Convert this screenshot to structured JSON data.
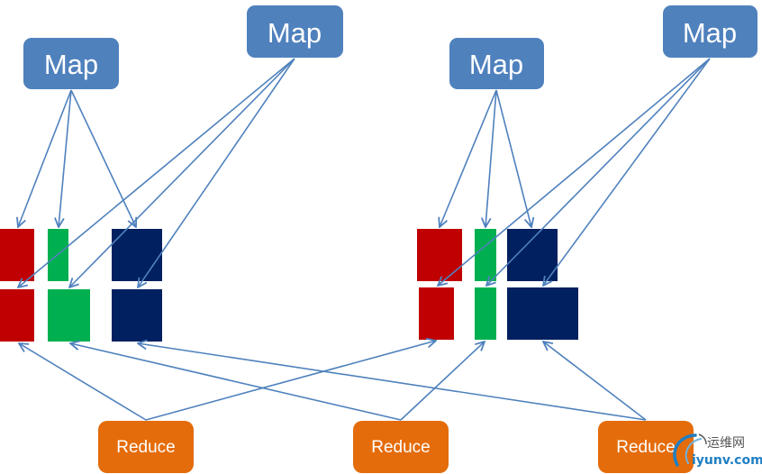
{
  "colors": {
    "map_fill": "#4f81bd",
    "reduce_fill": "#e46c0a",
    "arrow": "#4f81bd",
    "partition_red": "#c00000",
    "partition_green": "#00b050",
    "partition_navy": "#002060",
    "watermark_blue": "#1f7fc4"
  },
  "map_nodes": [
    {
      "id": "map-1",
      "label": "Map"
    },
    {
      "id": "map-2",
      "label": "Map"
    },
    {
      "id": "map-3",
      "label": "Map"
    },
    {
      "id": "map-4",
      "label": "Map"
    }
  ],
  "reduce_nodes": [
    {
      "id": "reduce-1",
      "label": "Reduce"
    },
    {
      "id": "reduce-2",
      "label": "Reduce"
    },
    {
      "id": "reduce-3",
      "label": "Reduce"
    }
  ],
  "partition_groups": [
    {
      "id": "node-group-1",
      "rows": [
        {
          "from": "map-1",
          "partitions": [
            "red",
            "green",
            "navy"
          ]
        },
        {
          "from": "map-2",
          "partitions": [
            "red",
            "green",
            "navy"
          ]
        }
      ]
    },
    {
      "id": "node-group-2",
      "rows": [
        {
          "from": "map-3",
          "partitions": [
            "red",
            "green",
            "navy"
          ]
        },
        {
          "from": "map-4",
          "partitions": [
            "red",
            "green",
            "navy"
          ]
        }
      ]
    }
  ],
  "edges": {
    "map_to_partition": [
      {
        "from": "map-1",
        "to": "g1-r1-red"
      },
      {
        "from": "map-1",
        "to": "g1-r1-green"
      },
      {
        "from": "map-1",
        "to": "g1-r1-navy"
      },
      {
        "from": "map-2",
        "to": "g1-r2-red"
      },
      {
        "from": "map-2",
        "to": "g1-r2-green"
      },
      {
        "from": "map-2",
        "to": "g1-r2-navy"
      },
      {
        "from": "map-3",
        "to": "g2-r1-red"
      },
      {
        "from": "map-3",
        "to": "g2-r1-green"
      },
      {
        "from": "map-3",
        "to": "g2-r1-navy"
      },
      {
        "from": "map-4",
        "to": "g2-r2-red"
      },
      {
        "from": "map-4",
        "to": "g2-r2-green"
      },
      {
        "from": "map-4",
        "to": "g2-r2-navy"
      }
    ],
    "reduce_to_partition": [
      {
        "from": "reduce-1",
        "to": "g1-r2-red"
      },
      {
        "from": "reduce-1",
        "to": "g2-r2-red"
      },
      {
        "from": "reduce-2",
        "to": "g1-r2-green"
      },
      {
        "from": "reduce-2",
        "to": "g2-r2-green"
      },
      {
        "from": "reduce-3",
        "to": "g1-r2-navy"
      },
      {
        "from": "reduce-3",
        "to": "g2-r2-navy"
      }
    ]
  },
  "watermark": {
    "cn_text": "运维网",
    "en_text": "iyunv.com"
  }
}
